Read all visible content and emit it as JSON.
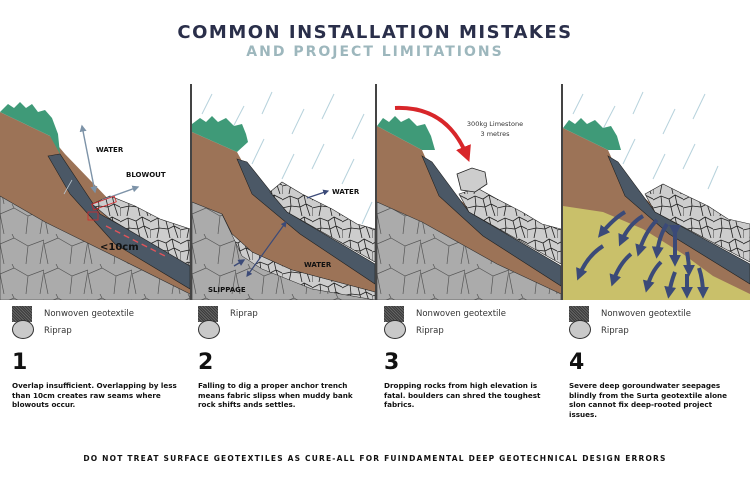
{
  "header": {
    "title": "COMMON INSTALLATION MISTAKES",
    "subtitle": "AND PROJECT LIMITATIONS"
  },
  "colors": {
    "title": "#2a2f4a",
    "subtitle": "#9db7bd",
    "soil": "#9c7357",
    "geotextile": "#4b5866",
    "riprap": "#c9c9c9",
    "bedrock": "#a9a9a9",
    "grass": "#3f9a78",
    "groundwater": "#c9c06a",
    "arrow_blue": "#3b4a78",
    "arrow_red": "#d8262a"
  },
  "panels": [
    {
      "number": "1",
      "labels": [
        "WATER",
        "BLOWOUT",
        "<10cm"
      ],
      "legend": [
        "Nonwoven geotextile",
        "Riprap"
      ],
      "description": "Overlap insufficient. Overlapping by less than 10cm creates raw seams where blowouts occur."
    },
    {
      "number": "2",
      "labels": [
        "WATER",
        "WATER",
        "SLIPPAGE"
      ],
      "legend": [
        "Riprap"
      ],
      "description": "Falling to dig a proper anchor trench means fabric slipss when muddy bank rock shifts ands settles."
    },
    {
      "number": "3",
      "labels": [
        "300kg Limestone",
        "3 metres"
      ],
      "legend": [
        "Nonwoven geotextile",
        "Riprap"
      ],
      "description": "Dropping rocks from high elevation is fatal. boulders can shred the toughest fabrics."
    },
    {
      "number": "4",
      "labels": [],
      "legend": [
        "Nonwoven geotextile",
        "Riprap"
      ],
      "description": "Severe deep goroundwater seepages blindly from the Surta geotextile alone slon cannot fix deep-rooted project issues."
    }
  ],
  "footer": {
    "text": "DO NOT TREAT SURFACE GEOTEXTILES AS CURE-ALL FOR FUINDAMENTAL DEEP GEOTECHNICAL DESIGN ERRORS"
  }
}
